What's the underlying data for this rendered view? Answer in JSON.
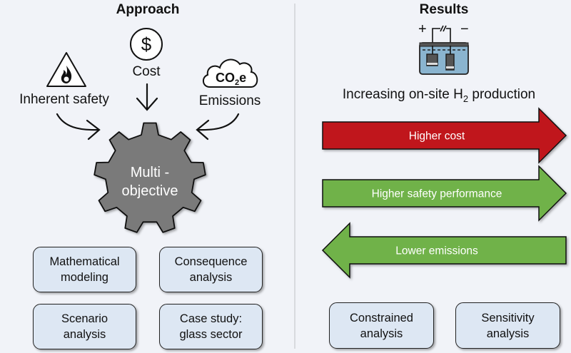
{
  "approach": {
    "title": "Approach",
    "objectives": [
      {
        "label": "Inherent safety",
        "icon": "flame-warning-triangle-icon"
      },
      {
        "label": "Cost",
        "icon": "dollar-circle-icon"
      },
      {
        "label": "Emissions",
        "icon": "co2e-cloud-icon",
        "icon_text": "CO",
        "icon_sub": "2",
        "icon_suffix": "e"
      }
    ],
    "gear": {
      "line1": "Multi -",
      "line2": "objective",
      "color": "#7a7a7a"
    },
    "methods": [
      {
        "line1": "Mathematical",
        "line2": "modeling"
      },
      {
        "line1": "Consequence",
        "line2": "analysis"
      },
      {
        "line1": "Scenario",
        "line2": "analysis"
      },
      {
        "line1": "Case study:",
        "line2": "glass sector"
      }
    ]
  },
  "results": {
    "title": "Results",
    "electrolyzer": {
      "plus": "+",
      "minus": "−",
      "icon": "electrolyzer-icon"
    },
    "heading": {
      "prefix": "Increasing on-site H",
      "sub": "2",
      "suffix": " production"
    },
    "arrows": [
      {
        "label": "Higher cost",
        "direction": "right",
        "color": "#c0191b"
      },
      {
        "label": "Higher safety performance",
        "direction": "right",
        "color": "#6fb24a"
      },
      {
        "label": "Lower emissions",
        "direction": "left",
        "color": "#6fb24a"
      }
    ],
    "analyses": [
      {
        "line1": "Constrained",
        "line2": "analysis"
      },
      {
        "line1": "Sensitivity",
        "line2": "analysis"
      }
    ]
  }
}
